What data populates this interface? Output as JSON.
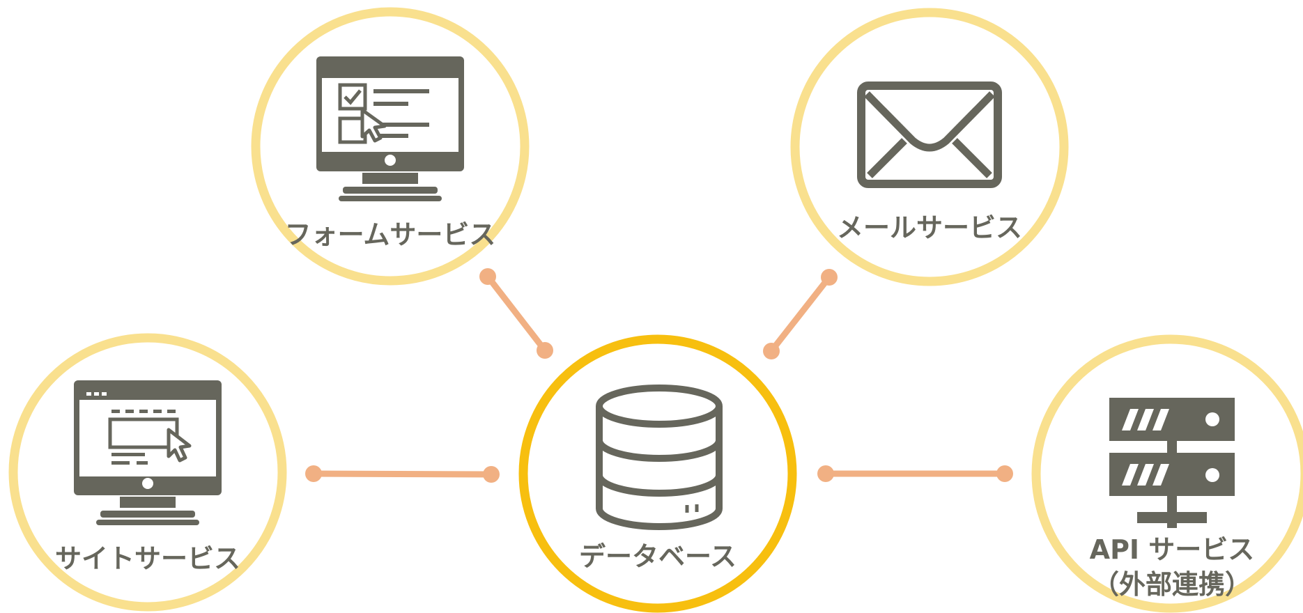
{
  "colors": {
    "ring_outer": "#f9e08e",
    "ring_center": "#f7bf0f",
    "connector": "#f1b083",
    "icon": "#66665c",
    "background": "#ffffff"
  },
  "nodes": {
    "form": {
      "label": "フォームサービス",
      "icon": "monitor-form-icon"
    },
    "mail": {
      "label": "メールサービス",
      "icon": "envelope-icon"
    },
    "site": {
      "label": "サイトサービス",
      "icon": "monitor-site-icon"
    },
    "database": {
      "label": "データベース",
      "icon": "database-icon"
    },
    "api": {
      "label_line1": "API サービス",
      "label_line2": "（外部連携）",
      "icon": "server-icon"
    }
  },
  "connections": [
    {
      "from": "form",
      "to": "database"
    },
    {
      "from": "mail",
      "to": "database"
    },
    {
      "from": "site",
      "to": "database"
    },
    {
      "from": "api",
      "to": "database"
    }
  ]
}
